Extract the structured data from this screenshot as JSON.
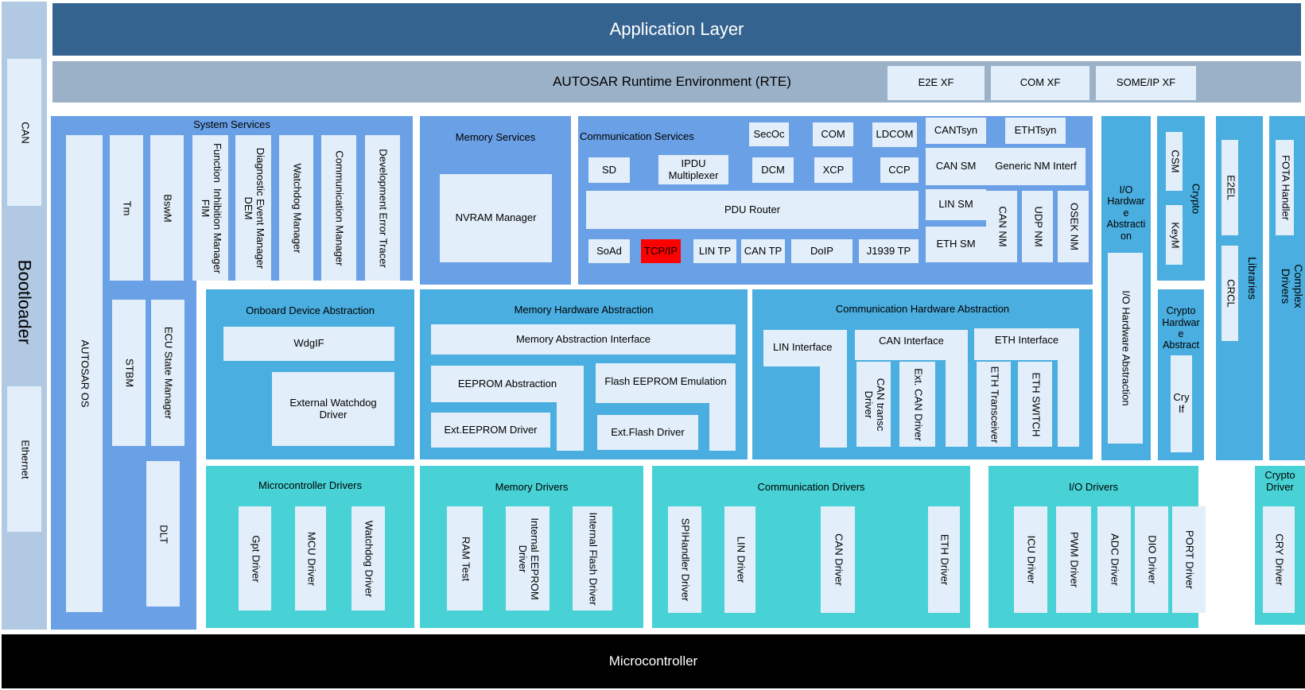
{
  "application_layer": "Application Layer",
  "rte": {
    "label": "AUTOSAR Runtime Environment  (RTE)",
    "e2e_xf": "E2E XF",
    "com_xf": "COM XF",
    "someip_xf": "SOME/IP XF"
  },
  "microcontroller": "Microcontroller",
  "bootloader": {
    "label": "Bootloader",
    "can": "CAN",
    "ethernet": "Ethernet"
  },
  "system_services": {
    "title": "System Services",
    "autosar_os": "AUTOSAR  OS",
    "tm": "Tm",
    "bswm": "BswM",
    "fim": "Function  Inhibition Manager\nFIM",
    "dem": "Diagnostic Event Manager\nDEM",
    "watchdog_manager": "Watchdog Manager",
    "communication_manager": "Communication Manager",
    "det": "Development Error Tracer",
    "stbm": "STBM",
    "ecu_state_manager": "ECU State Manager",
    "dlt": "DLT"
  },
  "memory_services": {
    "title": "Memory Services",
    "nvram_manager": "NVRAM Manager"
  },
  "communication_services": {
    "title": "Communication Services",
    "secoc": "SecOc",
    "com": "COM",
    "ldcom": "LDCOM",
    "cantsyn": "CANTsyn",
    "ethtsyn": "ETHTsyn",
    "sd": "SD",
    "ipdu_mux": "IPDU\nMultiplexer",
    "dcm": "DCM",
    "xcp": "XCP",
    "ccp": "CCP",
    "can_sm": "CAN SM",
    "generic_nm": "Generic NM Interf",
    "pdu_router": "PDU Router",
    "lin_sm": "LIN SM",
    "eth_sm": "ETH SM",
    "can_nm": "CAN NM",
    "udp_nm": "UDP NM",
    "osek_nm": "OSEK  NM",
    "soad": "SoAd",
    "tcpip": "TCP/IP",
    "lin_tp": "LIN TP",
    "can_tp": "CAN TP",
    "doip": "DoIP",
    "j1939tp": "J1939 TP"
  },
  "io_hw_abstraction": {
    "title": "I/O\nHardwar\ne\nAbstracti\non",
    "inner": "I/O Hardware Abstraction"
  },
  "crypto": {
    "title": "Crypto",
    "csm": "CSM",
    "keym": "KeyM"
  },
  "libraries": {
    "title": "Libraries",
    "e2el": "E2EL",
    "crcl": "CRCL"
  },
  "complex_drivers": {
    "title": "Complex\nDrivers",
    "fota": "FOTA Handler"
  },
  "onboard_device_abstraction": {
    "title": "Onboard Device Abstraction",
    "wdgif": "WdgIF",
    "ext_watchdog": "External Watchdog\nDriver"
  },
  "memory_hw_abstraction": {
    "title": "Memory Hardware Abstraction",
    "mem_if": "Memory Abstraction Interface",
    "eeprom_abs": "EEPROM Abstraction",
    "flash_eeprom_emu": "Flash EEPROM Emulation",
    "ext_eeprom_drv": "Ext.EEPROM Driver",
    "ext_flash_drv": "Ext.Flash Driver"
  },
  "comm_hw_abstraction": {
    "title": "Communication Hardware Abstraction",
    "lin_if": "LIN Interface",
    "can_if": "CAN Interface",
    "eth_if": "ETH Interface",
    "can_transc": "CAN transc\nDriver",
    "ext_can": "Ext. CAN Driver",
    "eth_transceiver": "ETH Transceiver",
    "eth_switch": "ETH SWITCH"
  },
  "crypto_hw_abstraction": {
    "title": "Crypto\nHardwar\ne\nAbstract",
    "cryif": "Cry\nIf"
  },
  "microcontroller_drivers": {
    "title": "Microcontroller Drivers",
    "gpt": "Gpt Driver",
    "mcu": "MCU Driver",
    "watchdog": "Watchdog Driver"
  },
  "memory_drivers": {
    "title": "Memory Drivers",
    "ram_test": "RAM Test",
    "int_eeprom": "Internal EEPROM\nDriver",
    "int_flash": "Internal Flash Driver"
  },
  "communication_drivers": {
    "title": "Communication Drivers",
    "spi": "SPIHandler Driver",
    "lin": "LIN Driver",
    "can": "CAN Driver",
    "eth": "ETH Driver"
  },
  "io_drivers": {
    "title": "I/O Drivers",
    "icu": "ICU Driver",
    "pwm": "PWM Driver",
    "adc": "ADC Driver",
    "dio": "DIO Driver",
    "port": "PORT  Driver"
  },
  "crypto_driver": {
    "title": "Crypto\nDriver",
    "cry": "CRY Driver"
  },
  "colors": {
    "application_layer": "#34638f",
    "rte": "#9bb1c8",
    "system_services": "#6aa0e6",
    "abstraction": "#4aaee0",
    "drivers": "#48d2d6",
    "tcpip": "#ff0000",
    "microcontroller": "#000000"
  }
}
